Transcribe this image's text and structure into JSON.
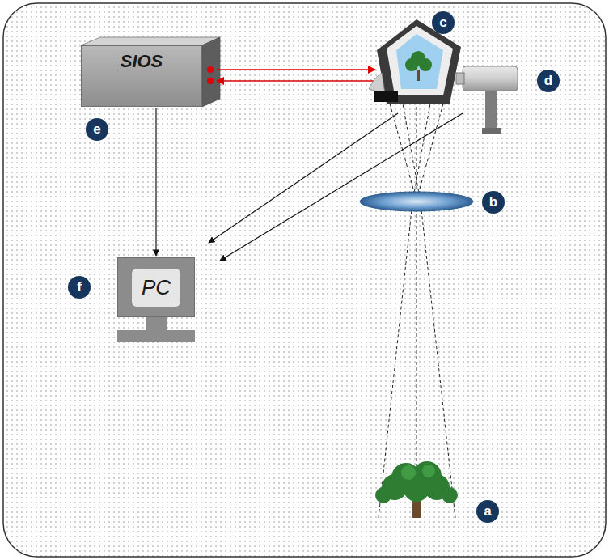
{
  "diagram": {
    "nodes": [
      {
        "text": [
          "SIOS"
        ]
      },
      {
        "text": [
          "PC"
        ]
      }
    ],
    "edges": [
      {
        "from": 0,
        "to": 1,
        "arrow": "to"
      }
    ],
    "labels": [
      "c",
      "d",
      "e",
      "b",
      "f",
      "a"
    ]
  }
}
